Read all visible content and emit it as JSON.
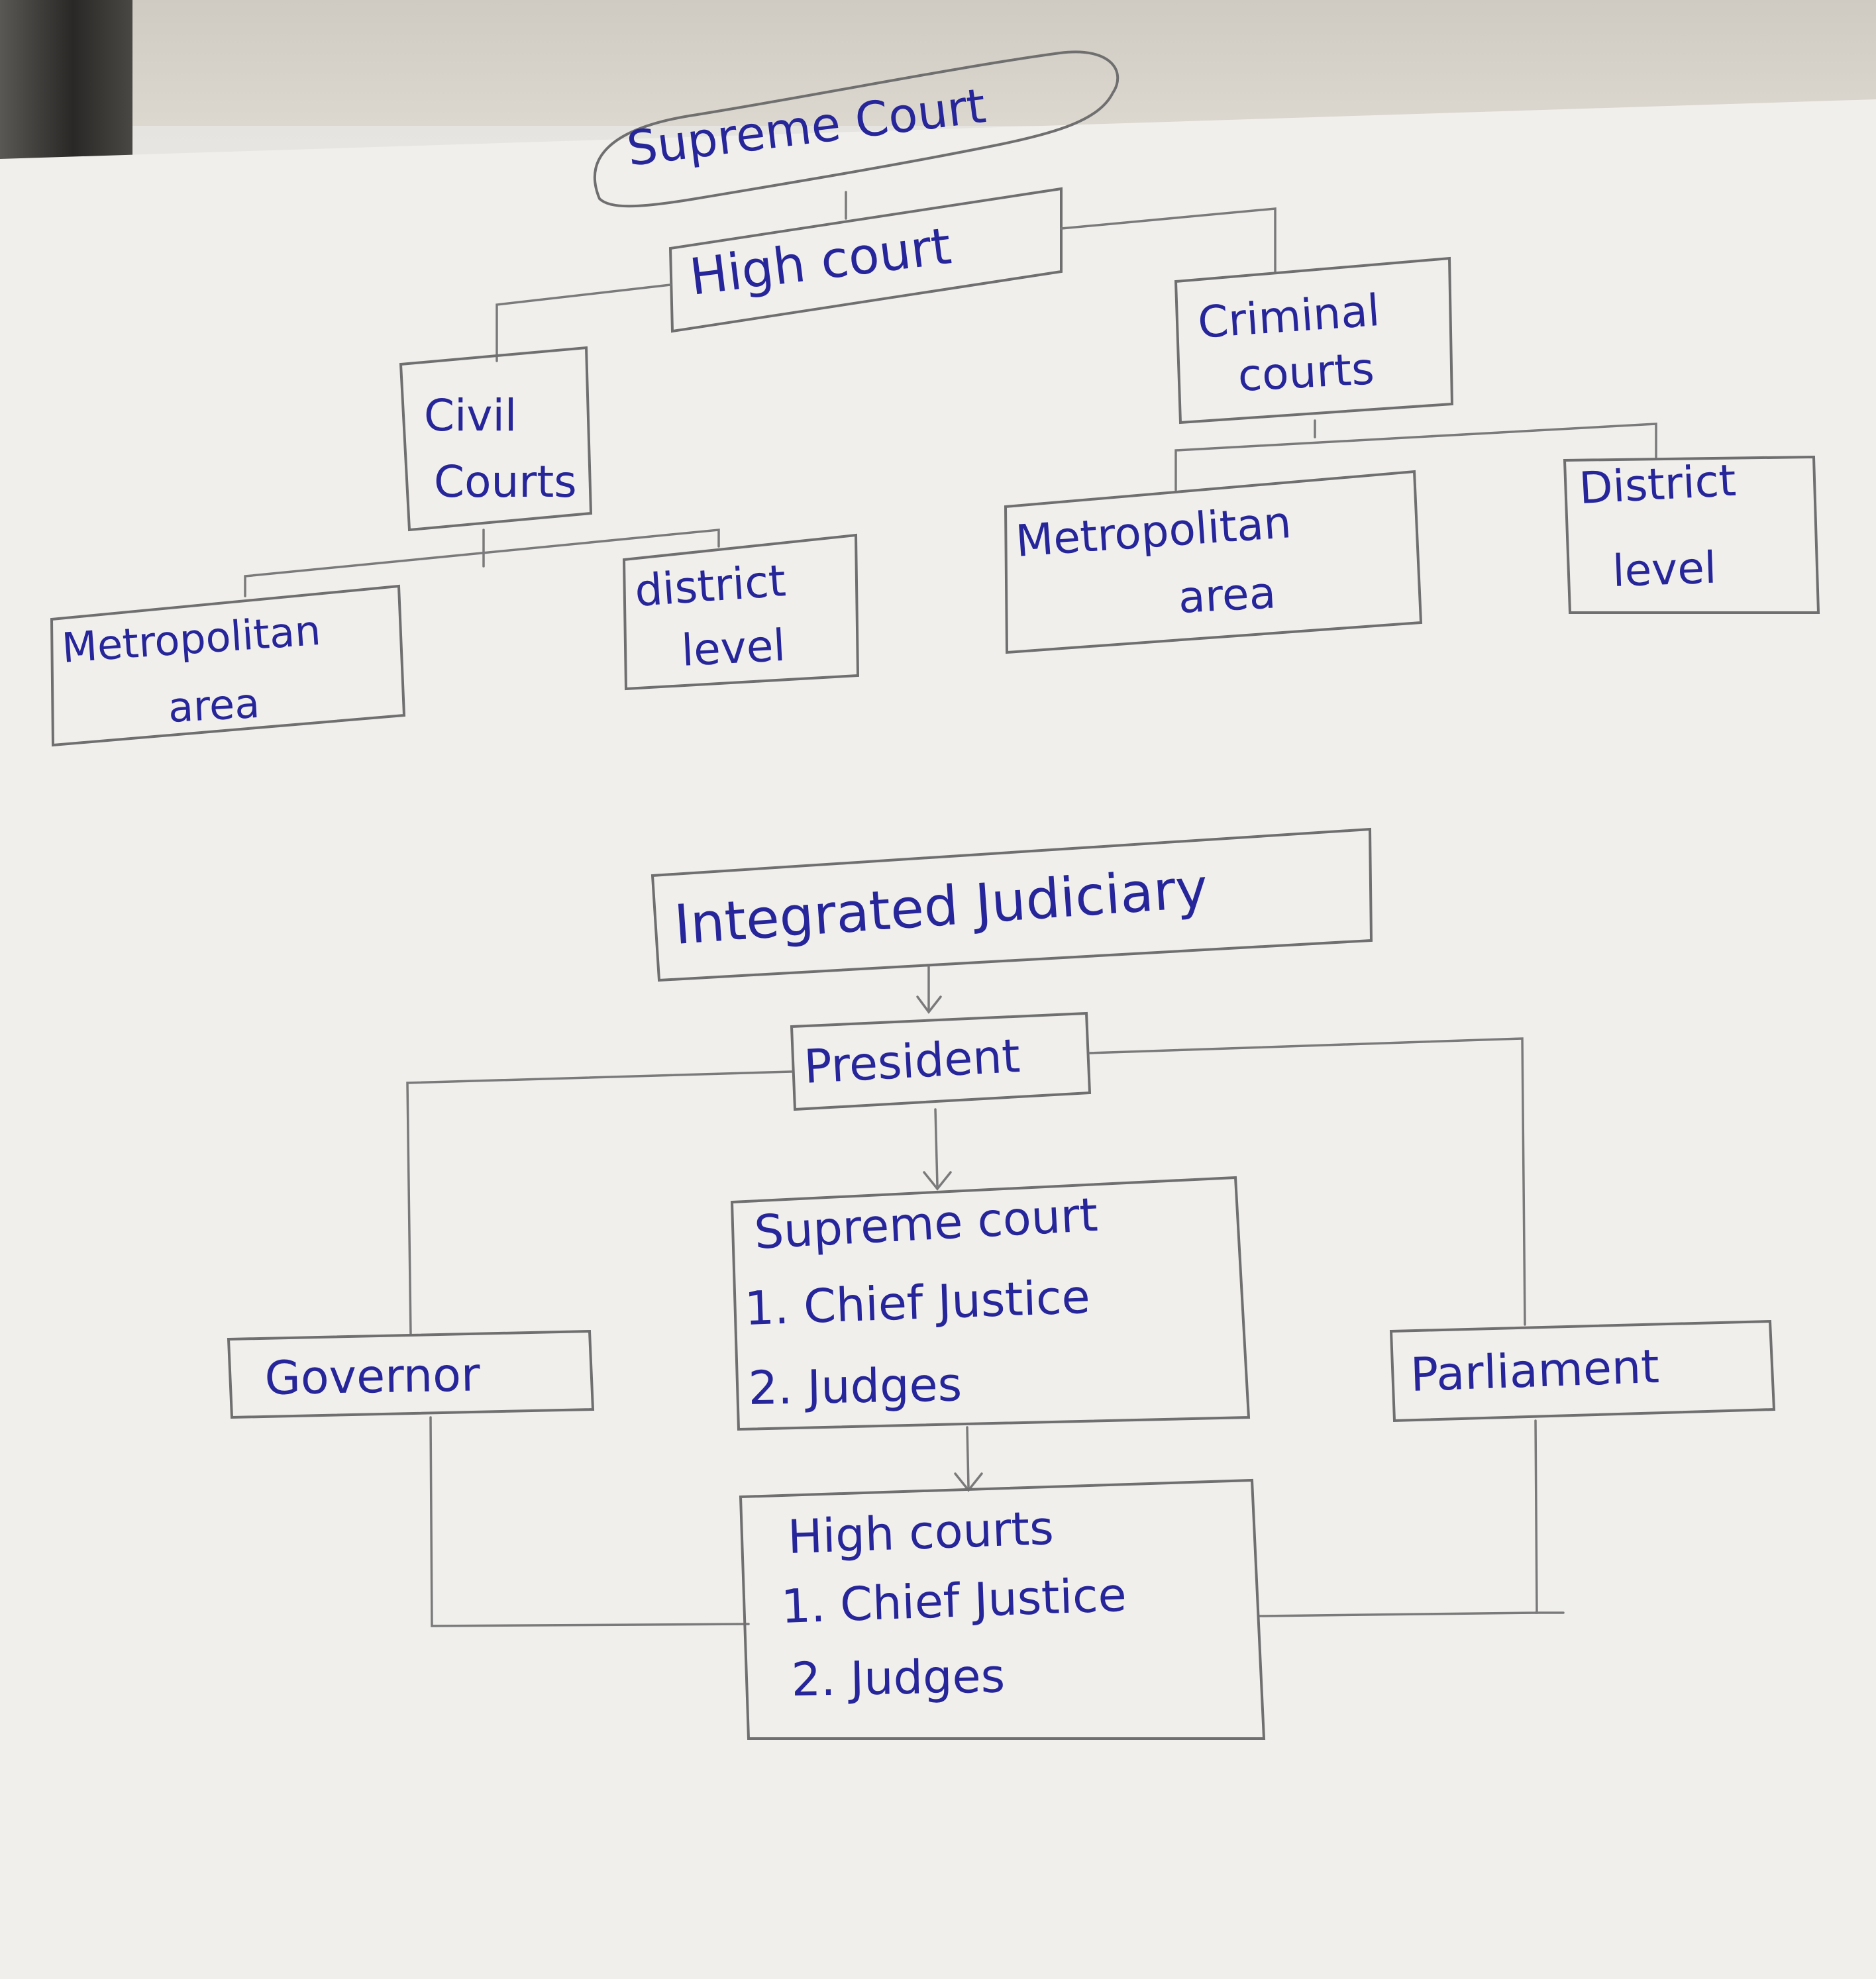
{
  "colors": {
    "ink": "#26269a",
    "pencil": "#6f6f6f",
    "paper": "#f0eeeb"
  },
  "top_chart": {
    "root": "Supreme Court",
    "high_court": "High court",
    "civil_courts": [
      "Civil",
      "Courts"
    ],
    "criminal_courts": [
      "Criminal",
      "courts"
    ],
    "civil_metro": [
      "Metropolitan",
      "area"
    ],
    "civil_district": [
      "district",
      "level"
    ],
    "criminal_metro": [
      "Metropolitan",
      "area"
    ],
    "criminal_district": [
      "District",
      "level"
    ]
  },
  "bottom_chart": {
    "title": "Integrated Judiciary",
    "president": "President",
    "governor": "Governor",
    "parliament": "Parliament",
    "supreme_court": {
      "heading": "Supreme court",
      "items": [
        "1. Chief Justice",
        "2. Judges"
      ]
    },
    "high_courts": {
      "heading": "High courts",
      "items": [
        "1. Chief Justice",
        "2. Judges"
      ]
    }
  }
}
